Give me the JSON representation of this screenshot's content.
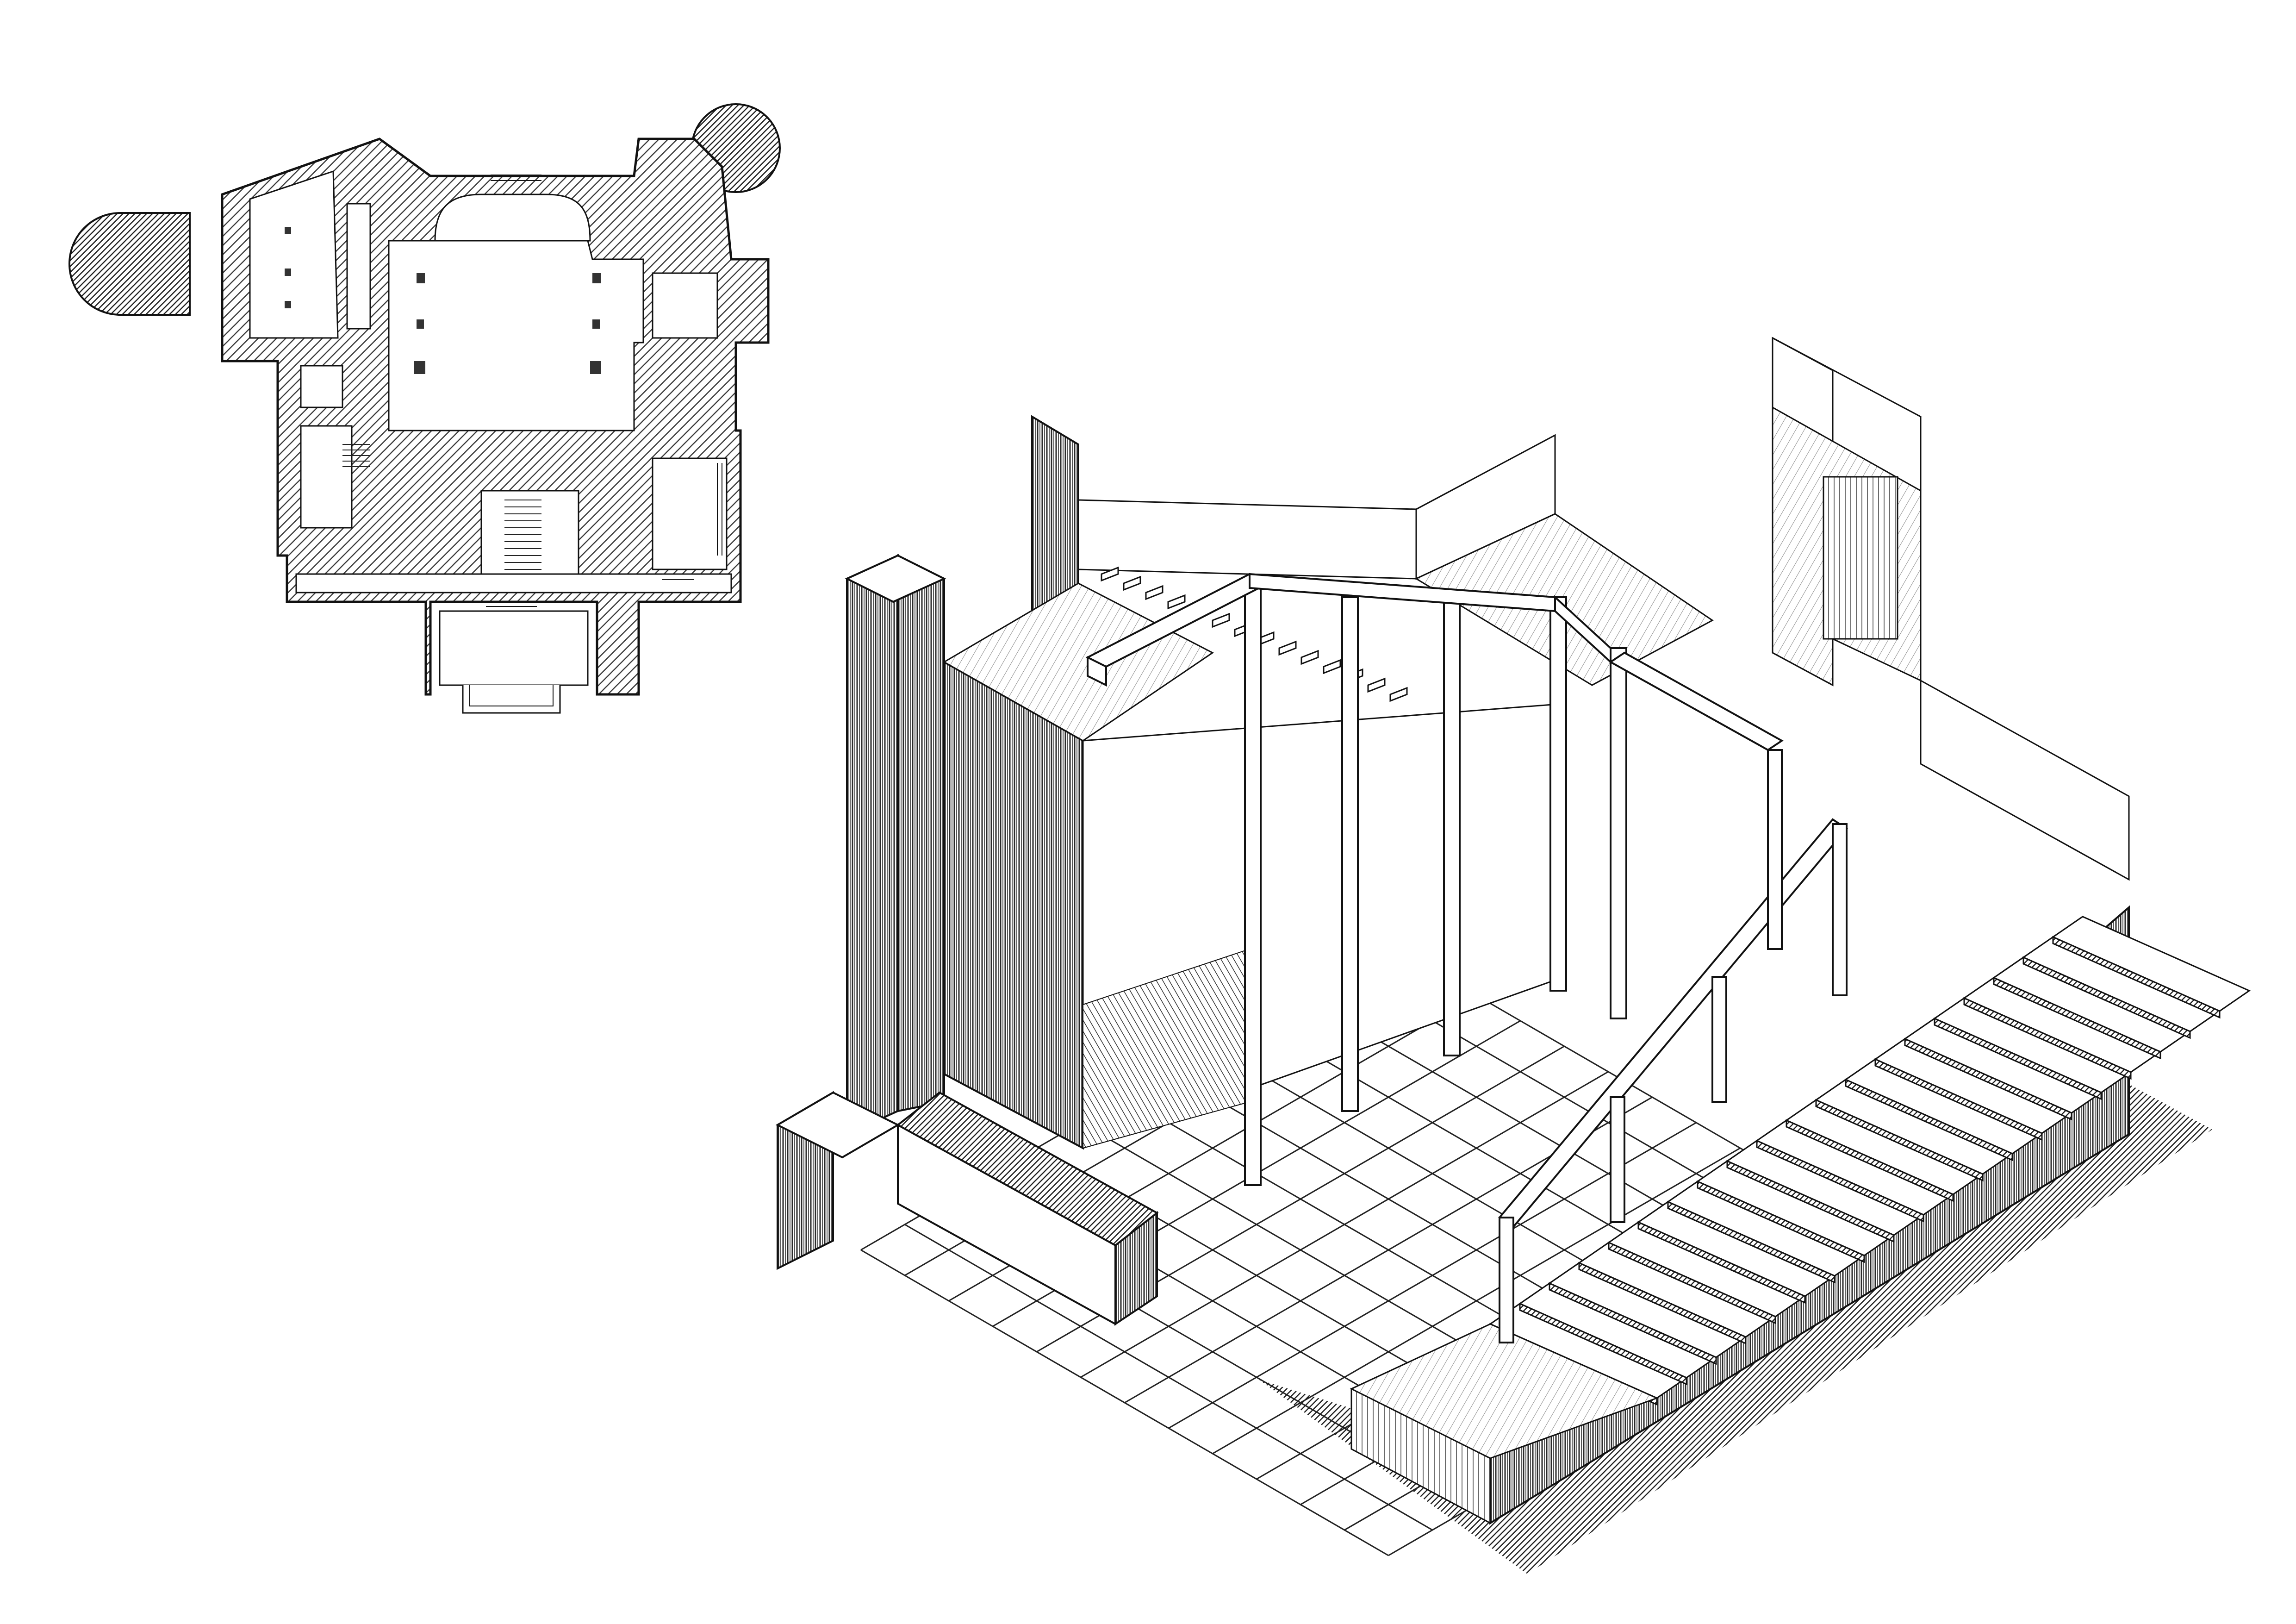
{
  "colors": {
    "background": "#ffffff",
    "ink": "#1a1a1a",
    "poche": "#4d4d4d",
    "hatch_light": "#7a7a7a",
    "hatch_dark": "#222222"
  },
  "plan": {
    "description_label": ""
  },
  "axonometric": {
    "stair_steps": 20,
    "upper_flight_steps": 14,
    "floor_grid_cells": 12
  }
}
